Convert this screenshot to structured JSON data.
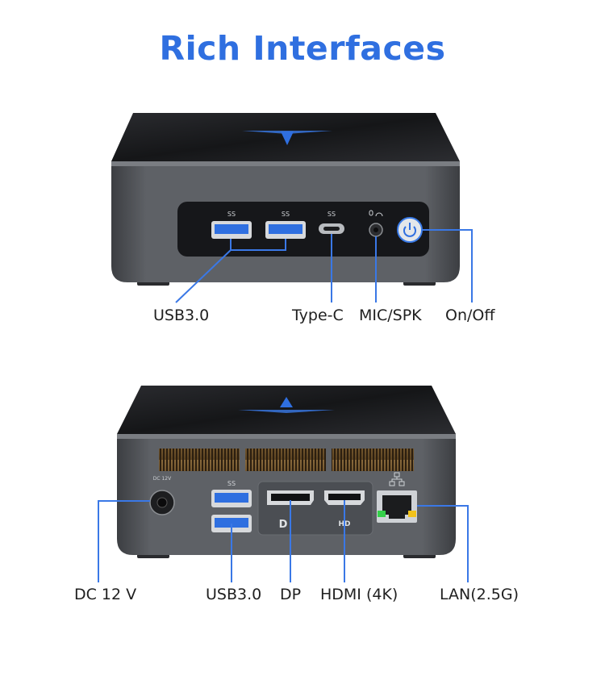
{
  "title": "Rich Interfaces",
  "colors": {
    "accent": "#2f6fe0",
    "callout": "#3a78e6",
    "body": "#55585d",
    "top": "#1c1d20"
  },
  "front": {
    "port_marks": {
      "usb_a_1": "SS",
      "usb_a_2": "SS",
      "usb_c": "SS"
    },
    "labels": {
      "usb": "USB3.0",
      "typec": "Type-C",
      "audio": "MIC/SPK",
      "power": "On/Off"
    }
  },
  "rear": {
    "dc_mark": "DC 12V",
    "usb_mark": "SS",
    "dp_mark": "D",
    "hdmi_mark": "HD",
    "labels": {
      "dc": "DC 12 V",
      "usb": "USB3.0",
      "dp": "DP",
      "hdmi": "HDMI (4K)",
      "lan": "LAN(2.5G)"
    }
  }
}
